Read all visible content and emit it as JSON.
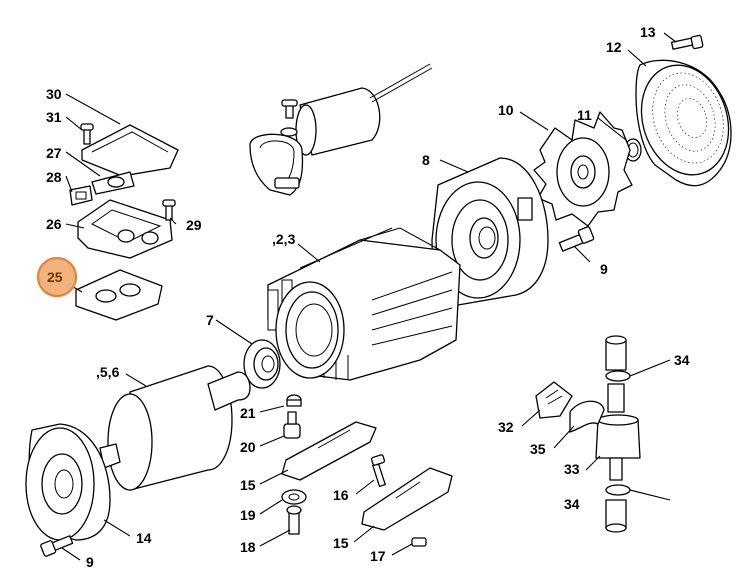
{
  "labels": {
    "l13": "13",
    "l12": "12",
    "l10": "10",
    "l11": "11",
    "l8": "8",
    "l30": "30",
    "l31": "31",
    "l27": "27",
    "l28": "28",
    "l26": "26",
    "l29": "29",
    "l25": "25",
    "l23": ",2,3",
    "l7": "7",
    "l56": ",5,6",
    "l9a": "9",
    "l9b": "9",
    "l21": "21",
    "l20": "20",
    "l15a": "15",
    "l15b": "15",
    "l16": "16",
    "l19": "19",
    "l18": "18",
    "l17": "17",
    "l14": "14",
    "l34a": "34",
    "l34b": "34",
    "l32": "32",
    "l35": "35",
    "l33": "33"
  },
  "highlight": {
    "label": "25",
    "color": "#f2b27b",
    "border": "#e8823a"
  }
}
